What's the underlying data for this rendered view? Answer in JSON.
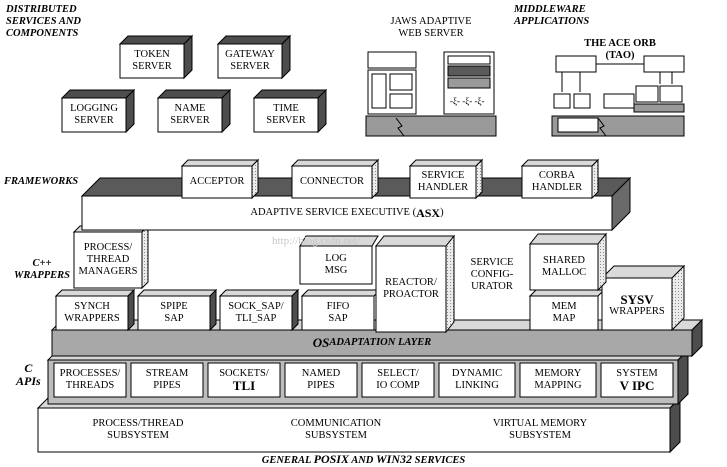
{
  "side_labels": {
    "distributed": "DISTRIBUTED\nSERVICES AND\nCOMPONENTS",
    "frameworks": "FRAMEWORKS",
    "cpp_wrappers": "C++\nWRAPPERS",
    "c_apis": "C\nAPIs",
    "middleware": "MIDDLEWARE\nAPPLICATIONS"
  },
  "services": {
    "token": "TOKEN\nSERVER",
    "gateway": "GATEWAY\nSERVER",
    "logging": "LOGGING\nSERVER",
    "name": "NAME\nSERVER",
    "time": "TIME\nSERVER"
  },
  "jaws_title": "JAWS ADAPTIVE\nWEB SERVER",
  "tao_title": "THE ACE ORB\n(TAO)",
  "frameworks": {
    "acceptor": "ACCEPTOR",
    "connector": "CONNECTOR",
    "service_handler": "SERVICE\nHANDLER",
    "corba_handler": "CORBA\nHANDLER"
  },
  "asx": {
    "prefix": "ADAPTIVE SERVICE EXECUTIVE (",
    "acronym": "ASX",
    "suffix": ")"
  },
  "wrappers": {
    "process_thread_managers": "PROCESS/\nTHREAD\nMANAGERS",
    "log_msg": "LOG\nMSG",
    "reactor_proactor": "REACTOR/\nPROACTOR",
    "service_configurator": "SERVICE\nCONFIG-\nURATOR",
    "shared_malloc": "SHARED\nMALLOC",
    "synch_wrappers": "SYNCH\nWRAPPERS",
    "spipe_sap": "SPIPE\nSAP",
    "sock_sap": "SOCK_SAP/\nTLI_SAP",
    "fifo_sap": "FIFO\nSAP",
    "mem_map": "MEM\nMAP",
    "sysv_wrappers_top": "SYSV",
    "sysv_wrappers_bottom": "WRAPPERS"
  },
  "os_layer": {
    "os": "OS",
    "rest": " ADAPTATION LAYER"
  },
  "c_apis": {
    "processes_threads": "PROCESSES/\nTHREADS",
    "stream_pipes": "STREAM\nPIPES",
    "sockets_tli_top": "SOCKETS/",
    "sockets_tli_bottom": "TLI",
    "named_pipes": "NAMED\nPIPES",
    "select_io": "SELECT/\nIO COMP",
    "dynamic_linking": "DYNAMIC\nLINKING",
    "memory_mapping": "MEMORY\nMAPPING",
    "system_v_ipc_top": "SYSTEM",
    "system_v_ipc_bottom": "V IPC"
  },
  "subsystems": {
    "process_thread": "PROCESS/THREAD\nSUBSYSTEM",
    "communication": "COMMUNICATION\nSUBSYSTEM",
    "virtual_memory": "VIRTUAL MEMORY\nSUBSYSTEM"
  },
  "footer": {
    "general": "GENERAL ",
    "posix": "POSIX",
    "and": " AND ",
    "win32": "WIN32",
    "services": " SERVICES"
  },
  "watermark": "http://blog.csdn.net/",
  "colors": {
    "dark_shade": "#4d4d4d",
    "mid_shade": "#9a9a9a",
    "light_shade": "#d9d9d9",
    "os_band": "#a8a8a8"
  }
}
